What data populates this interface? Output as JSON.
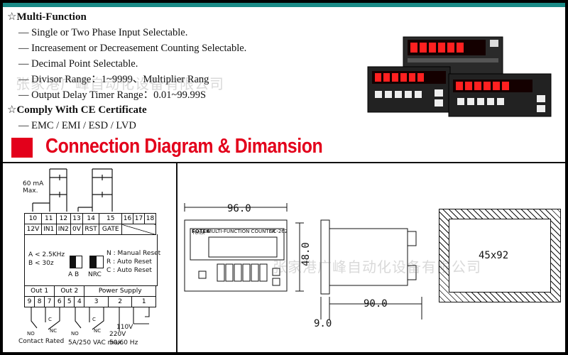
{
  "features": {
    "multi_heading": "Multi-Function",
    "items": [
      "Single or Two Phase Input Selectable.",
      "Increasement or Decreasement Counting Selectable.",
      "Decimal Point Selectable.",
      "Divisor Range：1~9999、Multiplier Rang",
      "Output Delay Timer Range：0.01~99.99S"
    ],
    "ce_heading": "Comply With CE Certificate",
    "ce_items": [
      "EMC / EMI / ESD / LVD"
    ]
  },
  "section_title": "Connection Diagram & Dimansion",
  "watermark": "张家港广峰自动化设备有限公司",
  "wiring": {
    "max_current": "60 mA\nMax.",
    "terminals_top": [
      "10",
      "11",
      "12",
      "13",
      "14",
      "15",
      "16",
      "17",
      "18"
    ],
    "signals": [
      "12V",
      "IN1",
      "IN2",
      "0V",
      "RST",
      "GATE"
    ],
    "freq_a": "A < 2.5KHz",
    "freq_b": "B < 30z",
    "switch_ab": "A B",
    "switch_nrc": "NRC",
    "reset_n": "N : Manual Reset",
    "reset_r": "R : Auto Reset",
    "reset_c": "C : Auto Reset",
    "out1": "Out 1",
    "out2": "Out 2",
    "power": "Power Supply",
    "terminals_bottom": [
      "9",
      "8",
      "7",
      "6",
      "5",
      "4",
      "3",
      "2",
      "1"
    ],
    "v220": "220V",
    "v110": "110V",
    "freq_supply": "50/60 Hz",
    "contact_rated": "Contact Rated",
    "contact_spec": "5A/250 VAC max."
  },
  "front_view": {
    "width": "96.0",
    "height": "48.0",
    "brand": "FOTEK",
    "model_text": "MULTI-FUNCTION COUNTER",
    "model": "SC-262"
  },
  "side_view": {
    "depth": "90.0",
    "bezel": "9.0"
  },
  "cutout": {
    "size": "45x92"
  },
  "colors": {
    "accent": "#e3001b",
    "topbar": "#1a8a86"
  }
}
